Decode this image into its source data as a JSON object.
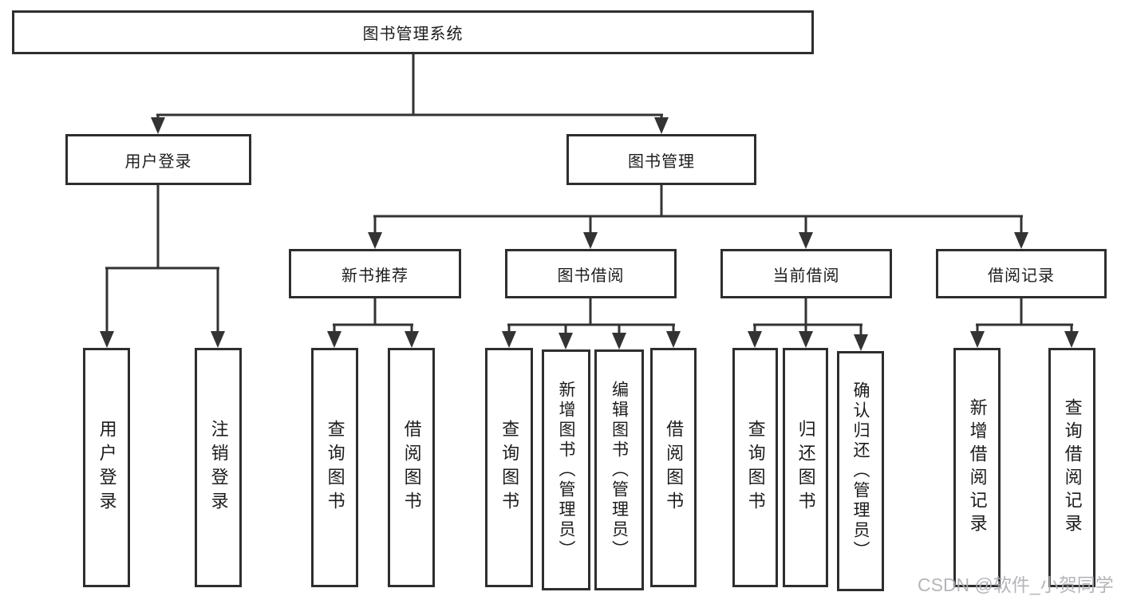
{
  "diagram": {
    "root": {
      "label": "图书管理系统"
    },
    "branches": [
      {
        "label": "用户登录",
        "children": [
          {
            "label": "用户登录"
          },
          {
            "label": "注销登录"
          }
        ]
      },
      {
        "label": "图书管理",
        "children": [
          {
            "label": "新书推荐",
            "children": [
              {
                "label": "查询图书"
              },
              {
                "label": "借阅图书"
              }
            ]
          },
          {
            "label": "图书借阅",
            "children": [
              {
                "label": "查询图书"
              },
              {
                "label": "新增图书（管理员）"
              },
              {
                "label": "编辑图书（管理员）"
              },
              {
                "label": "借阅图书"
              }
            ]
          },
          {
            "label": "当前借阅",
            "children": [
              {
                "label": "查询图书"
              },
              {
                "label": "归还图书"
              },
              {
                "label": "确认归还（管理员）"
              }
            ]
          },
          {
            "label": "借阅记录",
            "children": [
              {
                "label": "新增借阅记录"
              },
              {
                "label": "查询借阅记录"
              }
            ]
          }
        ]
      }
    ]
  },
  "watermark": {
    "text": "CSDN @软件_小贺同学"
  },
  "colors": {
    "line": "#333333",
    "box_border": "#2e2e2e",
    "box_bg": "#ffffff",
    "text": "#1c1c1c",
    "watermark": "#afafb4"
  }
}
